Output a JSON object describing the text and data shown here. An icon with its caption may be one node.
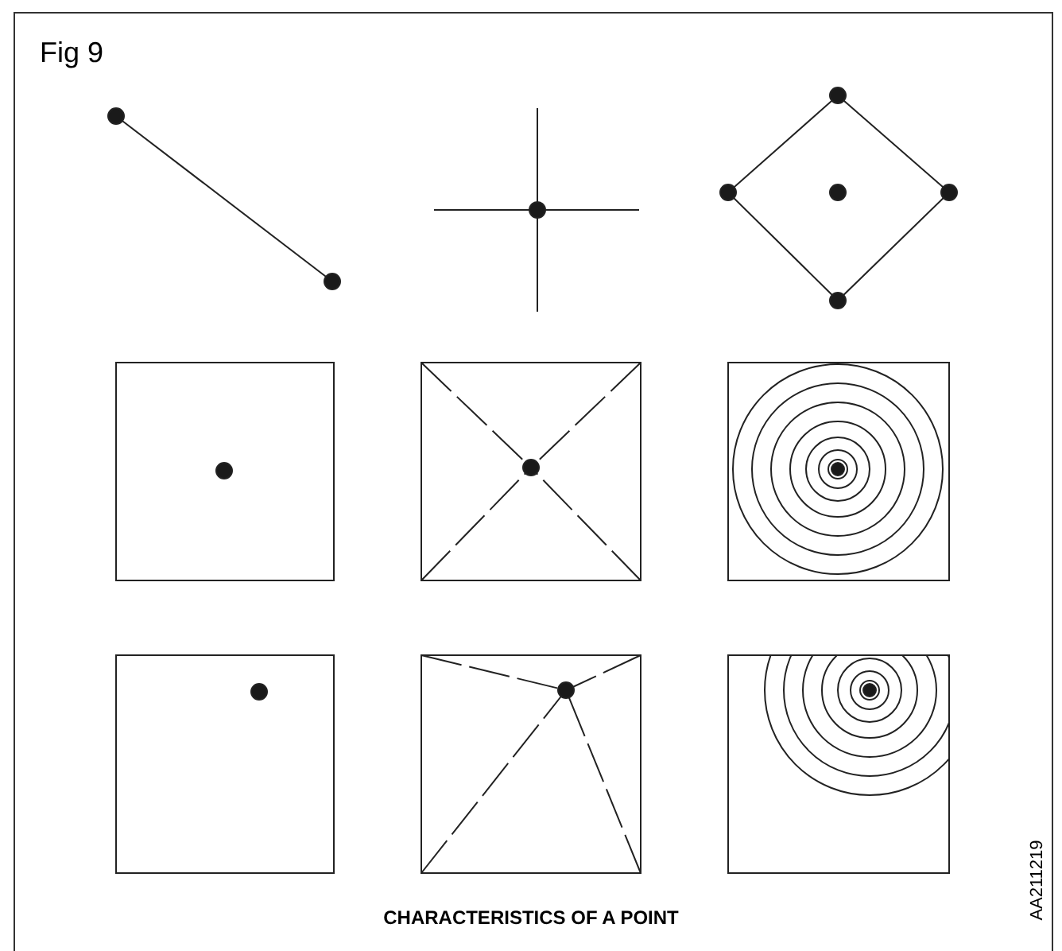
{
  "diagram": {
    "title": "Fig 9",
    "caption": "CHARACTERISTICS OF A POINT",
    "labels": [
      "AA211219"
    ]
  }
}
